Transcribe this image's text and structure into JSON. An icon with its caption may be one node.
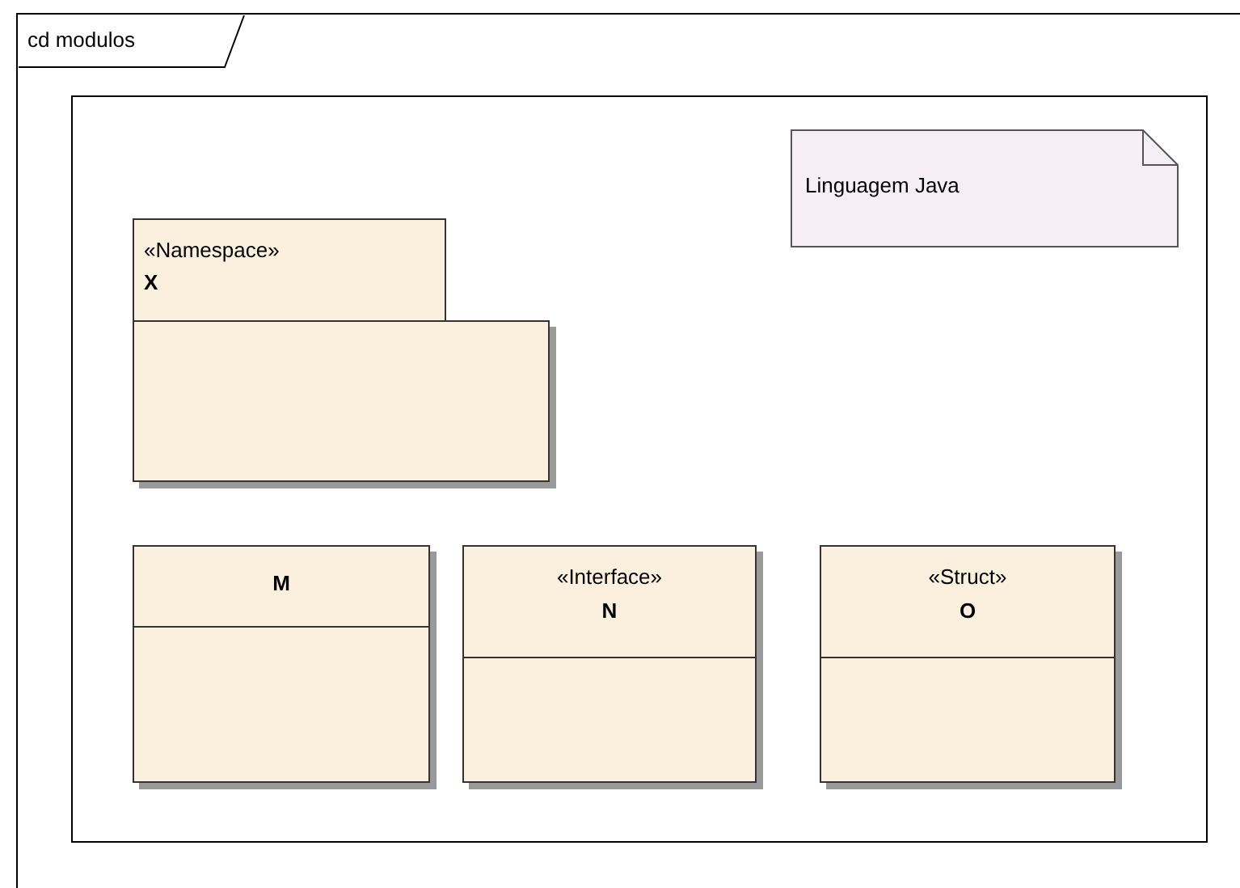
{
  "diagram": {
    "nodes": [
      {
        "text": [
          "cd modulos"
        ]
      },
      {
        "text": [],
        "shape": "box",
        "in": 0
      },
      {
        "text": [
          "Linguagem Java"
        ],
        "in": 1
      },
      {
        "text": [
          "«Namespace»",
          "X"
        ],
        "in": 1
      },
      {
        "text": [
          "M"
        ],
        "in": 1
      },
      {
        "text": [
          "«Interface»",
          "N"
        ],
        "in": 1
      },
      {
        "text": [
          "«Struct»",
          "O"
        ],
        "in": 1
      }
    ],
    "edges": []
  }
}
